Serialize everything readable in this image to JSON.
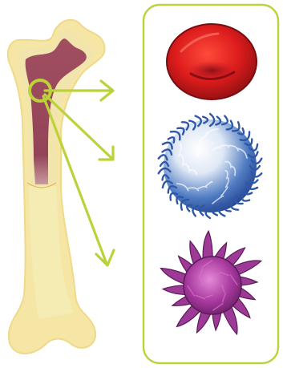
{
  "diagram": {
    "colors": {
      "accent": "#bcd23a",
      "bone_outer": "#f6e6a6",
      "bone_inner": "#edeaad",
      "marrow": "#9a4a5c",
      "red_cell": "#dd1c1c",
      "white_cell": "#2f57a8",
      "platelet_cell": "#9c3a96"
    },
    "icons": {
      "bone": "bone-cross-section-icon",
      "marrow": "bone-marrow-icon",
      "magnifier": "magnifier-circle-icon",
      "red_blood_cell": "red-blood-cell-icon",
      "white_blood_cell": "white-blood-cell-icon",
      "platelet": "platelet-icon"
    },
    "cells": [
      {
        "id": "red-blood-cell",
        "icon": "red-blood-cell-icon"
      },
      {
        "id": "white-blood-cell",
        "icon": "white-blood-cell-icon"
      },
      {
        "id": "platelet",
        "icon": "platelet-icon"
      }
    ]
  }
}
